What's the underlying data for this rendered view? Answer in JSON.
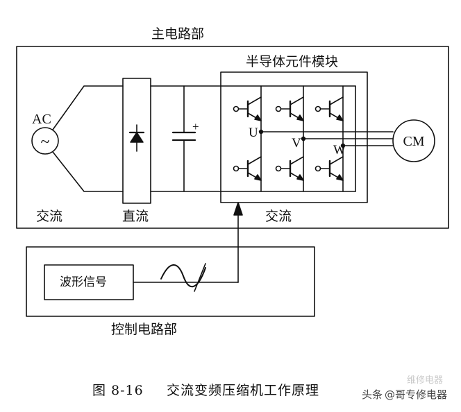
{
  "main_circuit": {
    "title": "主电路部"
  },
  "source": {
    "label": "AC",
    "glyph": "~",
    "stage_label": "交流"
  },
  "rectifier": {
    "stage_label": "直流"
  },
  "capacitor": {
    "polarity": "+"
  },
  "module": {
    "title": "半导体元件模块",
    "phase_labels": [
      "U",
      "V",
      "W"
    ],
    "stage_label": "交流"
  },
  "motor": {
    "label": "CM"
  },
  "control_circuit": {
    "title": "控制电路部",
    "waveform_box_label": "波形信号"
  },
  "caption": {
    "figure_no": "图 8-16",
    "text": "交流变频压缩机工作原理"
  },
  "watermark": {
    "source_prefix": "头条",
    "account": "@哥专修电器",
    "faint_text": "维修电器"
  }
}
